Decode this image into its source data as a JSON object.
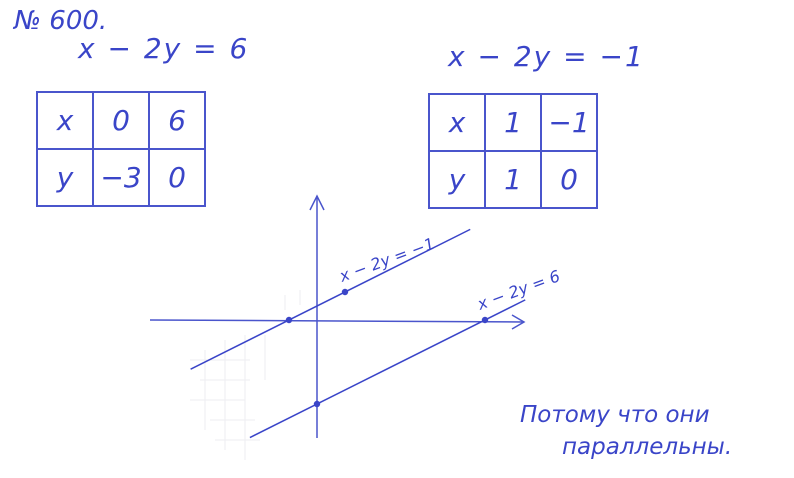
{
  "problem_number": "№ 600.",
  "equation1": "x − 2y = 6",
  "equation2": "x − 2y = −1",
  "table1": {
    "rows": [
      [
        "x",
        "0",
        "6"
      ],
      [
        "y",
        "−3",
        "0"
      ]
    ]
  },
  "table2": {
    "rows": [
      [
        "x",
        "1",
        "−1"
      ],
      [
        "y",
        "1",
        "0"
      ]
    ]
  },
  "graph": {
    "line1_label": "x − 2y = −1",
    "line2_label": "x − 2y = 6",
    "line1_points": [
      [
        1,
        1
      ],
      [
        -1,
        0
      ]
    ],
    "line2_points": [
      [
        0,
        -3
      ],
      [
        6,
        0
      ]
    ],
    "color": "#3a45c8"
  },
  "conclusion_line1": "Потому что они",
  "conclusion_line2": "параллельны."
}
